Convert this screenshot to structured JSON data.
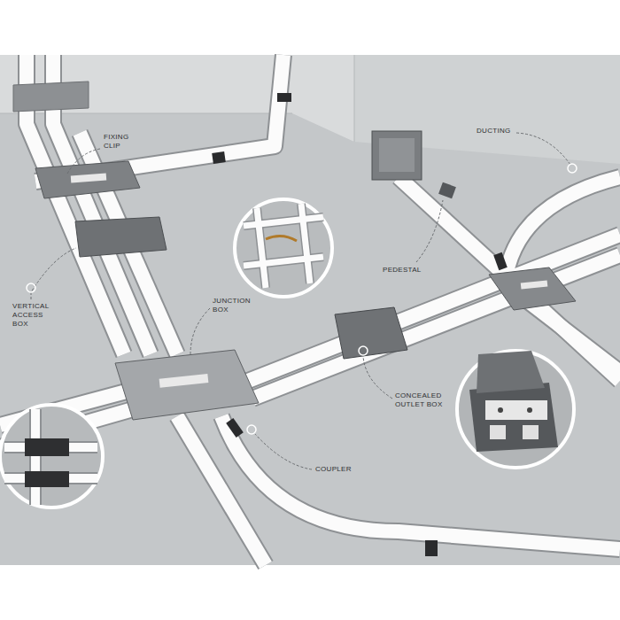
{
  "diagram": {
    "labels": [
      "FIXING CLIP",
      "DUCTING",
      "PEDESTAL",
      "JUNCTION BOX",
      "VERTICAL ACCESS BOX",
      "CONCEALED OUTLET BOX",
      "COUPLER"
    ]
  }
}
